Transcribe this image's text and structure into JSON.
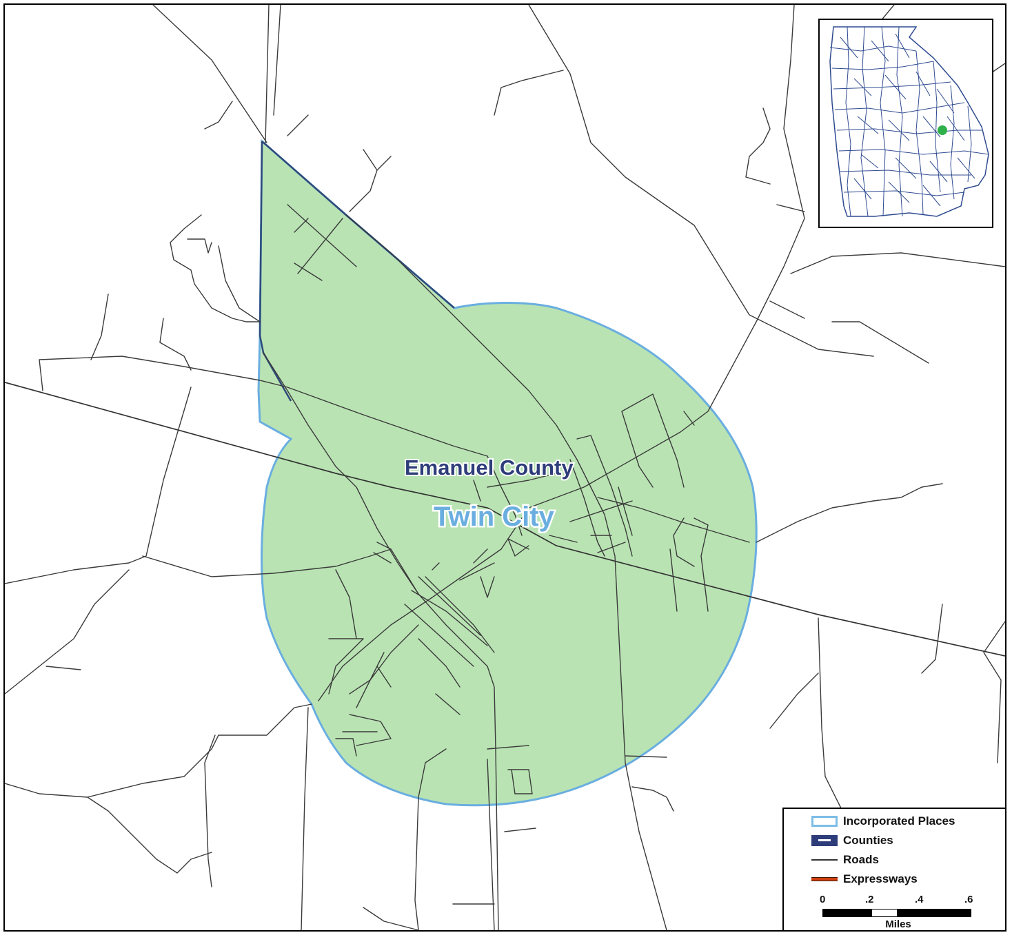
{
  "map": {
    "county_label": "Emanuel County",
    "place_label": "Twin City",
    "colors": {
      "place_fill": "#b9e3b3",
      "place_outline": "#6aaee0",
      "county_line": "#2e4a78",
      "road": "#333333",
      "locator_dot": "#2fb04a"
    }
  },
  "inset": {
    "region_icon": "georgia-counties-locator",
    "locator_dot": "green"
  },
  "legend": {
    "items": [
      {
        "label": "Incorporated Places",
        "icon": "incorporated-places-swatch"
      },
      {
        "label": "Counties",
        "icon": "counties-swatch"
      },
      {
        "label": "Roads",
        "icon": "roads-swatch"
      },
      {
        "label": "Expressways",
        "icon": "expressways-swatch"
      }
    ],
    "scale": {
      "ticks": [
        "0",
        ".2",
        ".4",
        ".6"
      ],
      "units": "Miles"
    }
  }
}
